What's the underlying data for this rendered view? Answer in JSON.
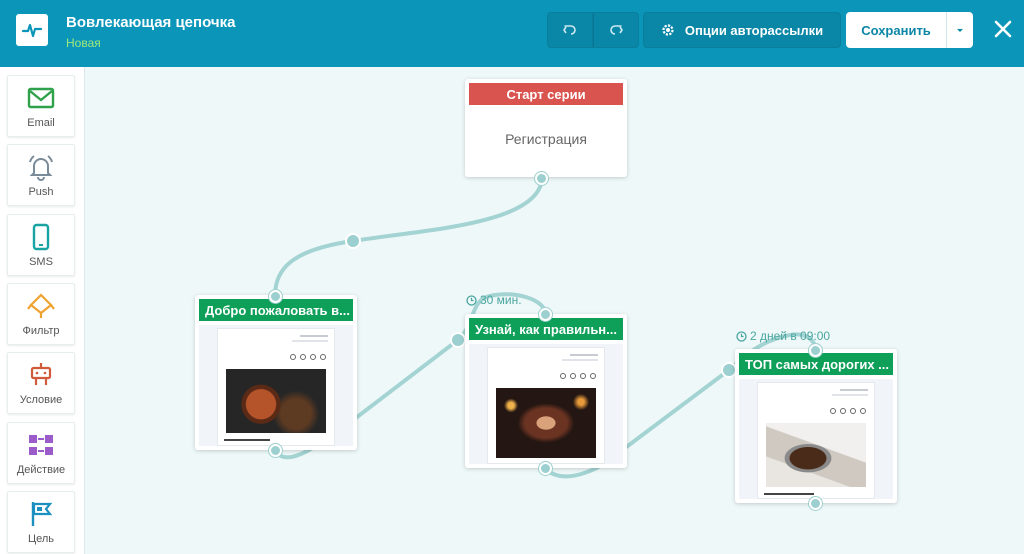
{
  "header": {
    "title": "Вовлекающая цепочка",
    "status": "Новая",
    "options_label": "Опции авторассылки",
    "save_label": "Сохранить"
  },
  "icons": {
    "logo": "pulse-icon",
    "undo": "undo-icon",
    "redo": "redo-icon",
    "options": "gear-icon",
    "save_dropdown": "chevron-down-icon",
    "close": "close-icon"
  },
  "palette": [
    {
      "label": "Email",
      "icon": "envelope-icon",
      "color": "#2fa14a"
    },
    {
      "label": "Push",
      "icon": "bell-icon",
      "color": "#7a8b99"
    },
    {
      "label": "SMS",
      "icon": "phone-icon",
      "color": "#1aa3a3"
    },
    {
      "label": "Фильтр",
      "icon": "filter-icon",
      "color": "#f0a22e"
    },
    {
      "label": "Условие",
      "icon": "condition-icon",
      "color": "#d15a3a"
    },
    {
      "label": "Действие",
      "icon": "action-icon",
      "color": "#9b5cc9"
    },
    {
      "label": "Цель",
      "icon": "flag-icon",
      "color": "#1a8fc0"
    }
  ],
  "start_node": {
    "header": "Старт серии",
    "body": "Регистрация"
  },
  "email_nodes": [
    {
      "title": "Добро пожаловать в..."
    },
    {
      "title": "Узнай, как правильн...",
      "delay": "30 мин."
    },
    {
      "title": "ТОП самых дорогих ...",
      "delay": "2 дней в 09:00"
    }
  ],
  "colors": {
    "header": "#0b96b9",
    "start": "#d9534f",
    "email": "#0e9f59",
    "wire": "#a3d3d2"
  }
}
